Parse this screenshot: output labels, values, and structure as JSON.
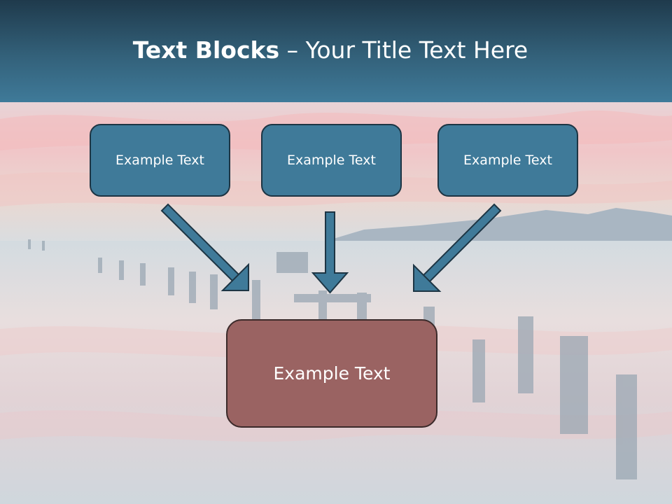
{
  "title": {
    "bold": "Text Blocks",
    "dash": " – ",
    "rest": "Your Title Text Here"
  },
  "boxes": {
    "top": [
      "Example Text",
      "Example Text",
      "Example Text"
    ],
    "bottom": "Example Text"
  },
  "colors": {
    "header": "#33617a",
    "box_fill": "#3f7a99",
    "box_border": "#1d3544",
    "arrow_fill": "#3f7a99",
    "bottom_box_fill": "#9a6362"
  }
}
